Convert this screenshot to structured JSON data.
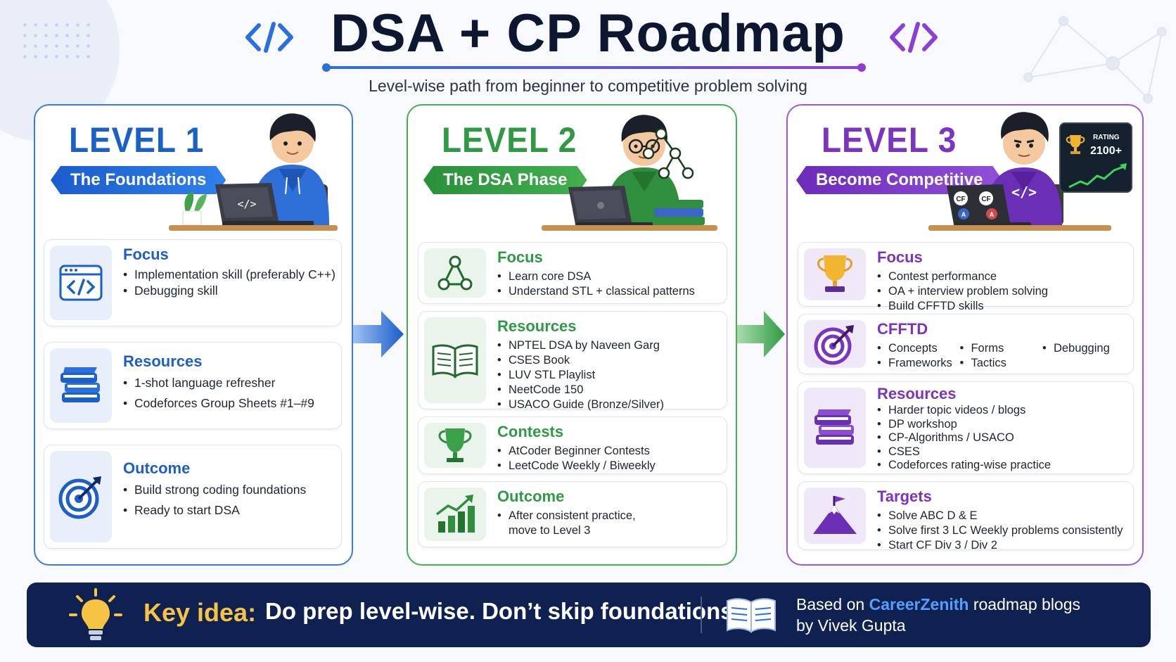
{
  "header": {
    "title": "DSA + CP Roadmap",
    "subtitle": "Level-wise path from beginner to competitive problem solving"
  },
  "colors": {
    "blue": "#1b5fc9",
    "green": "#2f9a43",
    "purple": "#7a34c0",
    "navy": "#0f2150",
    "gold": "#f6c344"
  },
  "levels": [
    {
      "title": "LEVEL 1",
      "subtitle": "The Foundations",
      "laptop_glyph": "</>",
      "sections": [
        {
          "title": "Focus",
          "icon": "code-window-icon",
          "items": [
            "Implementation skill (preferably C++)",
            "Debugging skill"
          ]
        },
        {
          "title": "Resources",
          "icon": "books-icon",
          "items": [
            "1-shot language refresher",
            "Codeforces Group Sheets #1–#9"
          ]
        },
        {
          "title": "Outcome",
          "icon": "target-icon",
          "items": [
            "Build strong coding foundations",
            "Ready to start DSA"
          ]
        }
      ]
    },
    {
      "title": "LEVEL 2",
      "subtitle": "The DSA Phase",
      "sections": [
        {
          "title": "Focus",
          "icon": "tree-graph-icon",
          "items": [
            "Learn core DSA",
            "Understand STL + classical patterns"
          ]
        },
        {
          "title": "Resources",
          "icon": "open-book-icon",
          "items": [
            "NPTEL DSA by Naveen Garg",
            "CSES Book",
            "LUV STL Playlist",
            "NeetCode 150",
            "USACO Guide (Bronze/Silver)"
          ]
        },
        {
          "title": "Contests",
          "icon": "trophy-icon",
          "items": [
            "AtCoder Beginner Contests",
            "LeetCode Weekly / Biweekly"
          ]
        },
        {
          "title": "Outcome",
          "icon": "growth-chart-icon",
          "items": [
            "After consistent practice, move to Level 3"
          ]
        }
      ]
    },
    {
      "title": "LEVEL 3",
      "subtitle": "Become Competitive",
      "rating_label": "RATING",
      "rating_value": "2100+",
      "sticker_cf": "CF",
      "sticker_a": "A",
      "laptop_glyph": "</>",
      "sections": [
        {
          "title": "Focus",
          "icon": "trophy-icon",
          "items": [
            "Contest performance",
            "OA + interview problem solving",
            "Build CFFTD skills"
          ]
        },
        {
          "title": "CFFTD",
          "icon": "target-icon",
          "items": [
            "Concepts",
            "Forms",
            "Debugging",
            "Frameworks",
            "Tactics"
          ]
        },
        {
          "title": "Resources",
          "icon": "books-icon",
          "items": [
            "Harder topic videos / blogs",
            "DP workshop",
            "CP-Algorithms / USACO",
            "CSES",
            "Codeforces rating-wise practice"
          ]
        },
        {
          "title": "Targets",
          "icon": "mountain-flag-icon",
          "items": [
            "Solve ABC D & E",
            "Solve first 3 LC Weekly problems consistently",
            "Start CF Div 3 / Div 2"
          ]
        }
      ]
    }
  ],
  "banner": {
    "key_label": "Key idea:",
    "key_text": "Do prep level-wise. Don’t skip foundations.",
    "based_prefix": "Based on ",
    "brand": "CareerZenith",
    "based_suffix": " roadmap blogs",
    "author_line": "by Vivek Gupta"
  }
}
